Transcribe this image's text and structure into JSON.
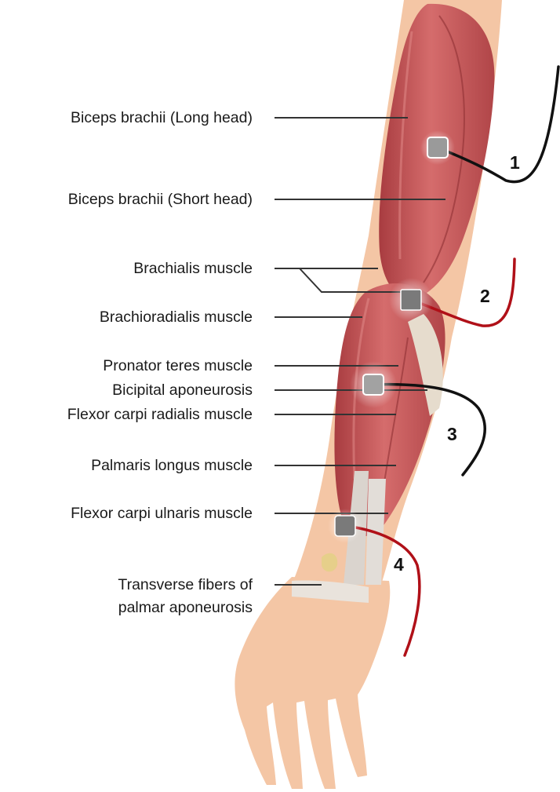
{
  "labels": [
    {
      "id": "biceps-long",
      "text": "Biceps brachii (Long head)"
    },
    {
      "id": "biceps-short",
      "text": "Biceps brachii (Short head)"
    },
    {
      "id": "brachialis",
      "text": "Brachialis muscle"
    },
    {
      "id": "brachioradialis",
      "text": "Brachioradialis muscle"
    },
    {
      "id": "pronator-teres",
      "text": "Pronator teres muscle"
    },
    {
      "id": "bicipital-aponeurosis",
      "text": "Bicipital aponeurosis"
    },
    {
      "id": "flexor-carpi-radialis",
      "text": "Flexor carpi radialis muscle"
    },
    {
      "id": "palmaris-longus",
      "text": "Palmaris longus muscle"
    },
    {
      "id": "flexor-carpi-ulnaris",
      "text": "Flexor carpi ulnaris muscle"
    },
    {
      "id": "transverse-fibers",
      "line1": "Transverse fibers of",
      "line2": "palmar aponeurosis"
    }
  ],
  "electrodes": [
    {
      "number": "1",
      "lead_color": "#111111"
    },
    {
      "number": "2",
      "lead_color": "#b01018"
    },
    {
      "number": "3",
      "lead_color": "#111111"
    },
    {
      "number": "4",
      "lead_color": "#b01018"
    }
  ],
  "colors": {
    "skin": "#f2c2a0",
    "muscle": "#c9575a",
    "tendon": "#e4ddd2",
    "electrode": "#8a8a8a"
  }
}
